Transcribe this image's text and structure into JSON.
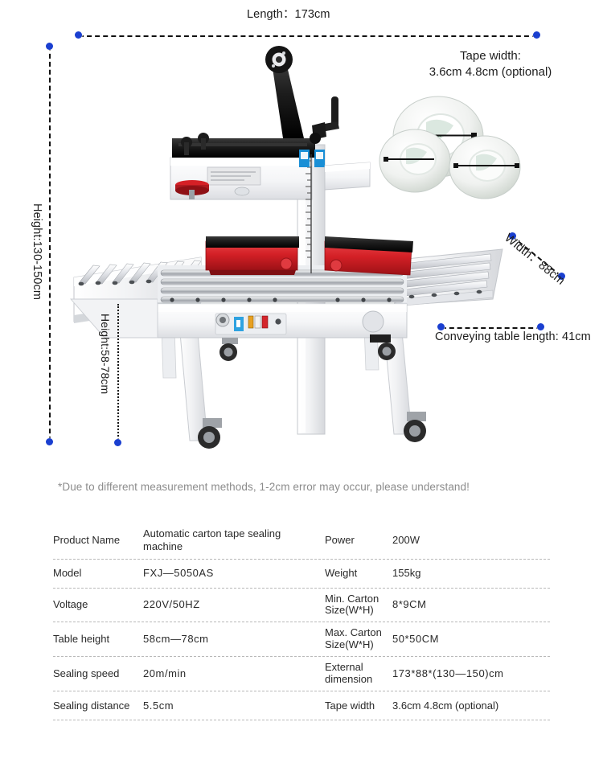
{
  "dimensions": {
    "length": "Length：173cm",
    "height_total": "Height:130-150cm",
    "height_table": "Height:58-78cm",
    "width": "Width：88cm",
    "conveying_table": "Conveying table length: 41cm",
    "tape_width_line1": "Tape width:",
    "tape_width_line2": "3.6cm 4.8cm (optional)"
  },
  "note": "*Due to different measurement methods, 1-2cm error may occur, please understand!",
  "spec_table": {
    "rows": [
      {
        "label1": "Product Name",
        "value1": "Automatic carton tape sealing machine",
        "label2": "Power",
        "value2": "200W"
      },
      {
        "label1": "Model",
        "value1": "FXJ—5050AS",
        "label2": "Weight",
        "value2": "155kg"
      },
      {
        "label1": "Voltage",
        "value1": "220V/50HZ",
        "label2": "Min. Carton Size(W*H)",
        "value2": "8*9CM"
      },
      {
        "label1": "Table height",
        "value1": "58cm—78cm",
        "label2": "Max. Carton Size(W*H)",
        "value2": "50*50CM"
      },
      {
        "label1": "Sealing speed",
        "value1": "20m/min",
        "label2": "External dimension",
        "value2": "173*88*(130—150)cm"
      },
      {
        "label1": "Sealing distance",
        "value1": "5.5cm",
        "label2": "Tape width",
        "value2": "3.6cm 4.8cm (optional)"
      }
    ]
  },
  "colors": {
    "dimension_dot": "#1a3fd0",
    "dimension_line": "#111111",
    "machine_body": "#f2f3f5",
    "machine_accent_red": "#d8232a",
    "machine_black": "#1b1b1b",
    "note_text": "#8c8c8c"
  },
  "machine": {
    "name": "automatic-carton-tape-sealing-machine",
    "parts": {
      "tape_arm": "tape-arm",
      "pulley": "pulley-wheel",
      "crank": "crank-handle",
      "column_scale": "height-scale",
      "blue_labels": "warning-labels",
      "control_panel": "control-panel",
      "rollers": "roller-conveyor",
      "casters": "casters"
    }
  }
}
